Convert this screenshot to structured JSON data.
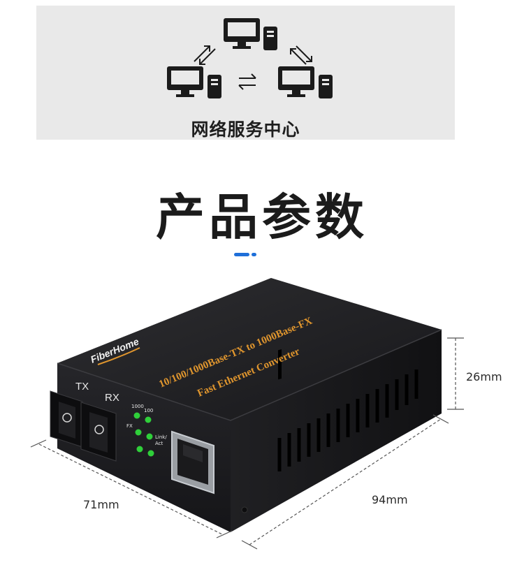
{
  "banner": {
    "label": "网络服务中心",
    "icons": [
      "computer-icon",
      "arrows-icon"
    ]
  },
  "heading": {
    "title": "产品参数"
  },
  "product": {
    "brand": "FiberHome",
    "model_line1": "10/100/1000Base-TX to 1000Base-FX",
    "model_line2": "Fast Ethernet Converter",
    "port_tx": "TX",
    "port_rx": "RX",
    "led_1000": "1000",
    "led_100": "100",
    "led_fx": "FX",
    "led_link": "Link/",
    "led_act": "Act",
    "colors": {
      "body": "#1c1c1e",
      "text": "#e0962e",
      "led": "#2fcf3a"
    }
  },
  "dimensions": {
    "height": "26mm",
    "width": "71mm",
    "length": "94mm"
  }
}
